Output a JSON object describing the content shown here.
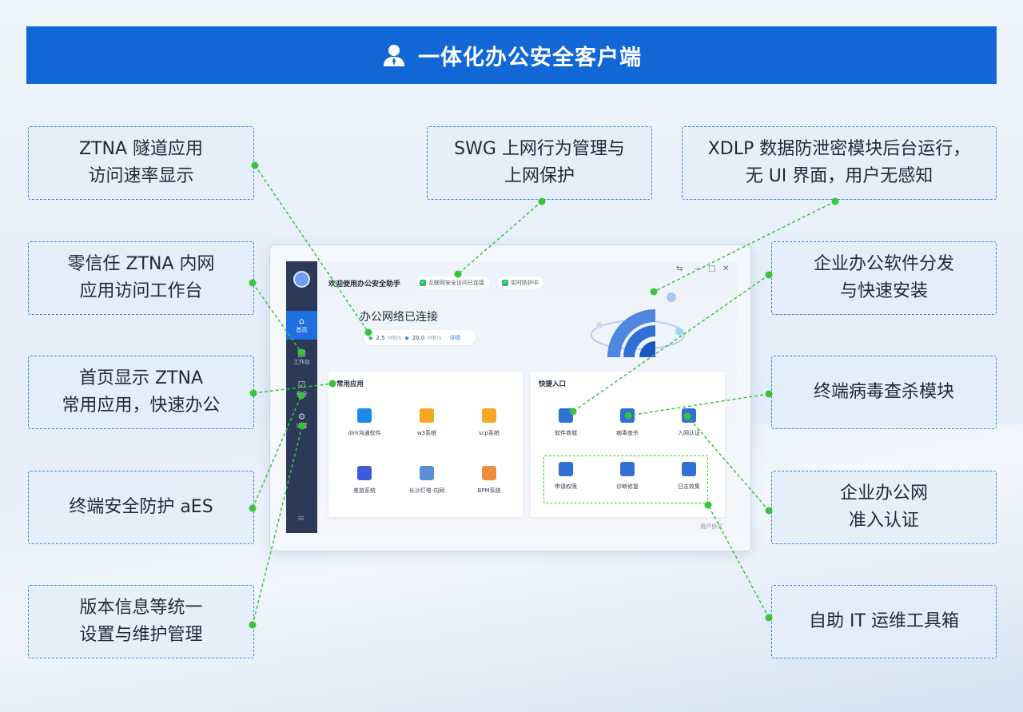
{
  "header": {
    "title": "一体化办公安全客户端",
    "icon": "user-icon"
  },
  "callouts": {
    "ztna_rate": "ZTNA 隧道应用\n访问速率显示",
    "swg": "SWG 上网行为管理与\n上网保护",
    "xdlp": "XDLP 数据防泄密模块后台运行，\n无 UI 界面，用户无感知",
    "zero_trust": "零信任 ZTNA 内网\n应用访问工作台",
    "software_dist": "企业办公软件分发\n与快速安装",
    "home_ztna": "首页显示 ZTNA\n常用应用，快速办公",
    "antivirus": "终端病毒查杀模块",
    "aes": "终端安全防护 aES",
    "network_auth": "企业办公网\n准入认证",
    "settings": "版本信息等统一\n设置与维护管理",
    "it_toolbox": "自助 IT 运维工具箱"
  },
  "app": {
    "welcome": "欢迎使用办公安全助手",
    "status_pills": [
      "互联网安全访问已连接",
      "实时防护中"
    ],
    "window_controls": [
      "⇆",
      "—",
      "□",
      "✕"
    ],
    "sidebar": [
      {
        "label": "首页",
        "icon": "home-icon"
      },
      {
        "label": "工作台",
        "icon": "workbench-icon"
      },
      {
        "label": "安全",
        "icon": "shield-check-icon"
      },
      {
        "label": "设置",
        "icon": "gear-icon"
      }
    ],
    "menu_icon": "≡",
    "network_status": "办公网络已连接",
    "speed": {
      "up": "2.5",
      "up_unit": "MB/s",
      "down": "20.0",
      "down_unit": "MB/s",
      "detail": "详情"
    },
    "common_apps": {
      "title": "常用应用",
      "items": [
        {
          "label": "dim沟通软件",
          "icon": "chat-icon",
          "color": "#1e88e5"
        },
        {
          "label": "w3系统",
          "icon": "flame-icon",
          "color": "#f5a623"
        },
        {
          "label": "scp系统",
          "icon": "doc-icon",
          "color": "#f5a623"
        },
        {
          "label": "差旅系统",
          "icon": "calendar-icon",
          "color": "#3b5bdb"
        },
        {
          "label": "长沙灯塔-内网",
          "icon": "folder-icon",
          "color": "#5a8fd8"
        },
        {
          "label": "BPM系统",
          "icon": "hex-icon",
          "color": "#f08c3c"
        }
      ]
    },
    "quick_entry": {
      "title": "快捷入口",
      "items": [
        {
          "label": "软件商城",
          "icon": "store-icon",
          "color": "#2f6fd6"
        },
        {
          "label": "病毒查杀",
          "icon": "virus-icon",
          "color": "#2f6fd6"
        },
        {
          "label": "入网认证",
          "icon": "badge-check-icon",
          "color": "#2f6fd6"
        },
        {
          "label": "申请权限",
          "icon": "key-shield-icon",
          "color": "#2f6fd6"
        },
        {
          "label": "诊断修复",
          "icon": "pulse-icon",
          "color": "#2f6fd6"
        },
        {
          "label": "日志收集",
          "icon": "log-icon",
          "color": "#2f6fd6"
        }
      ]
    },
    "user_agreement": "用户协议"
  }
}
